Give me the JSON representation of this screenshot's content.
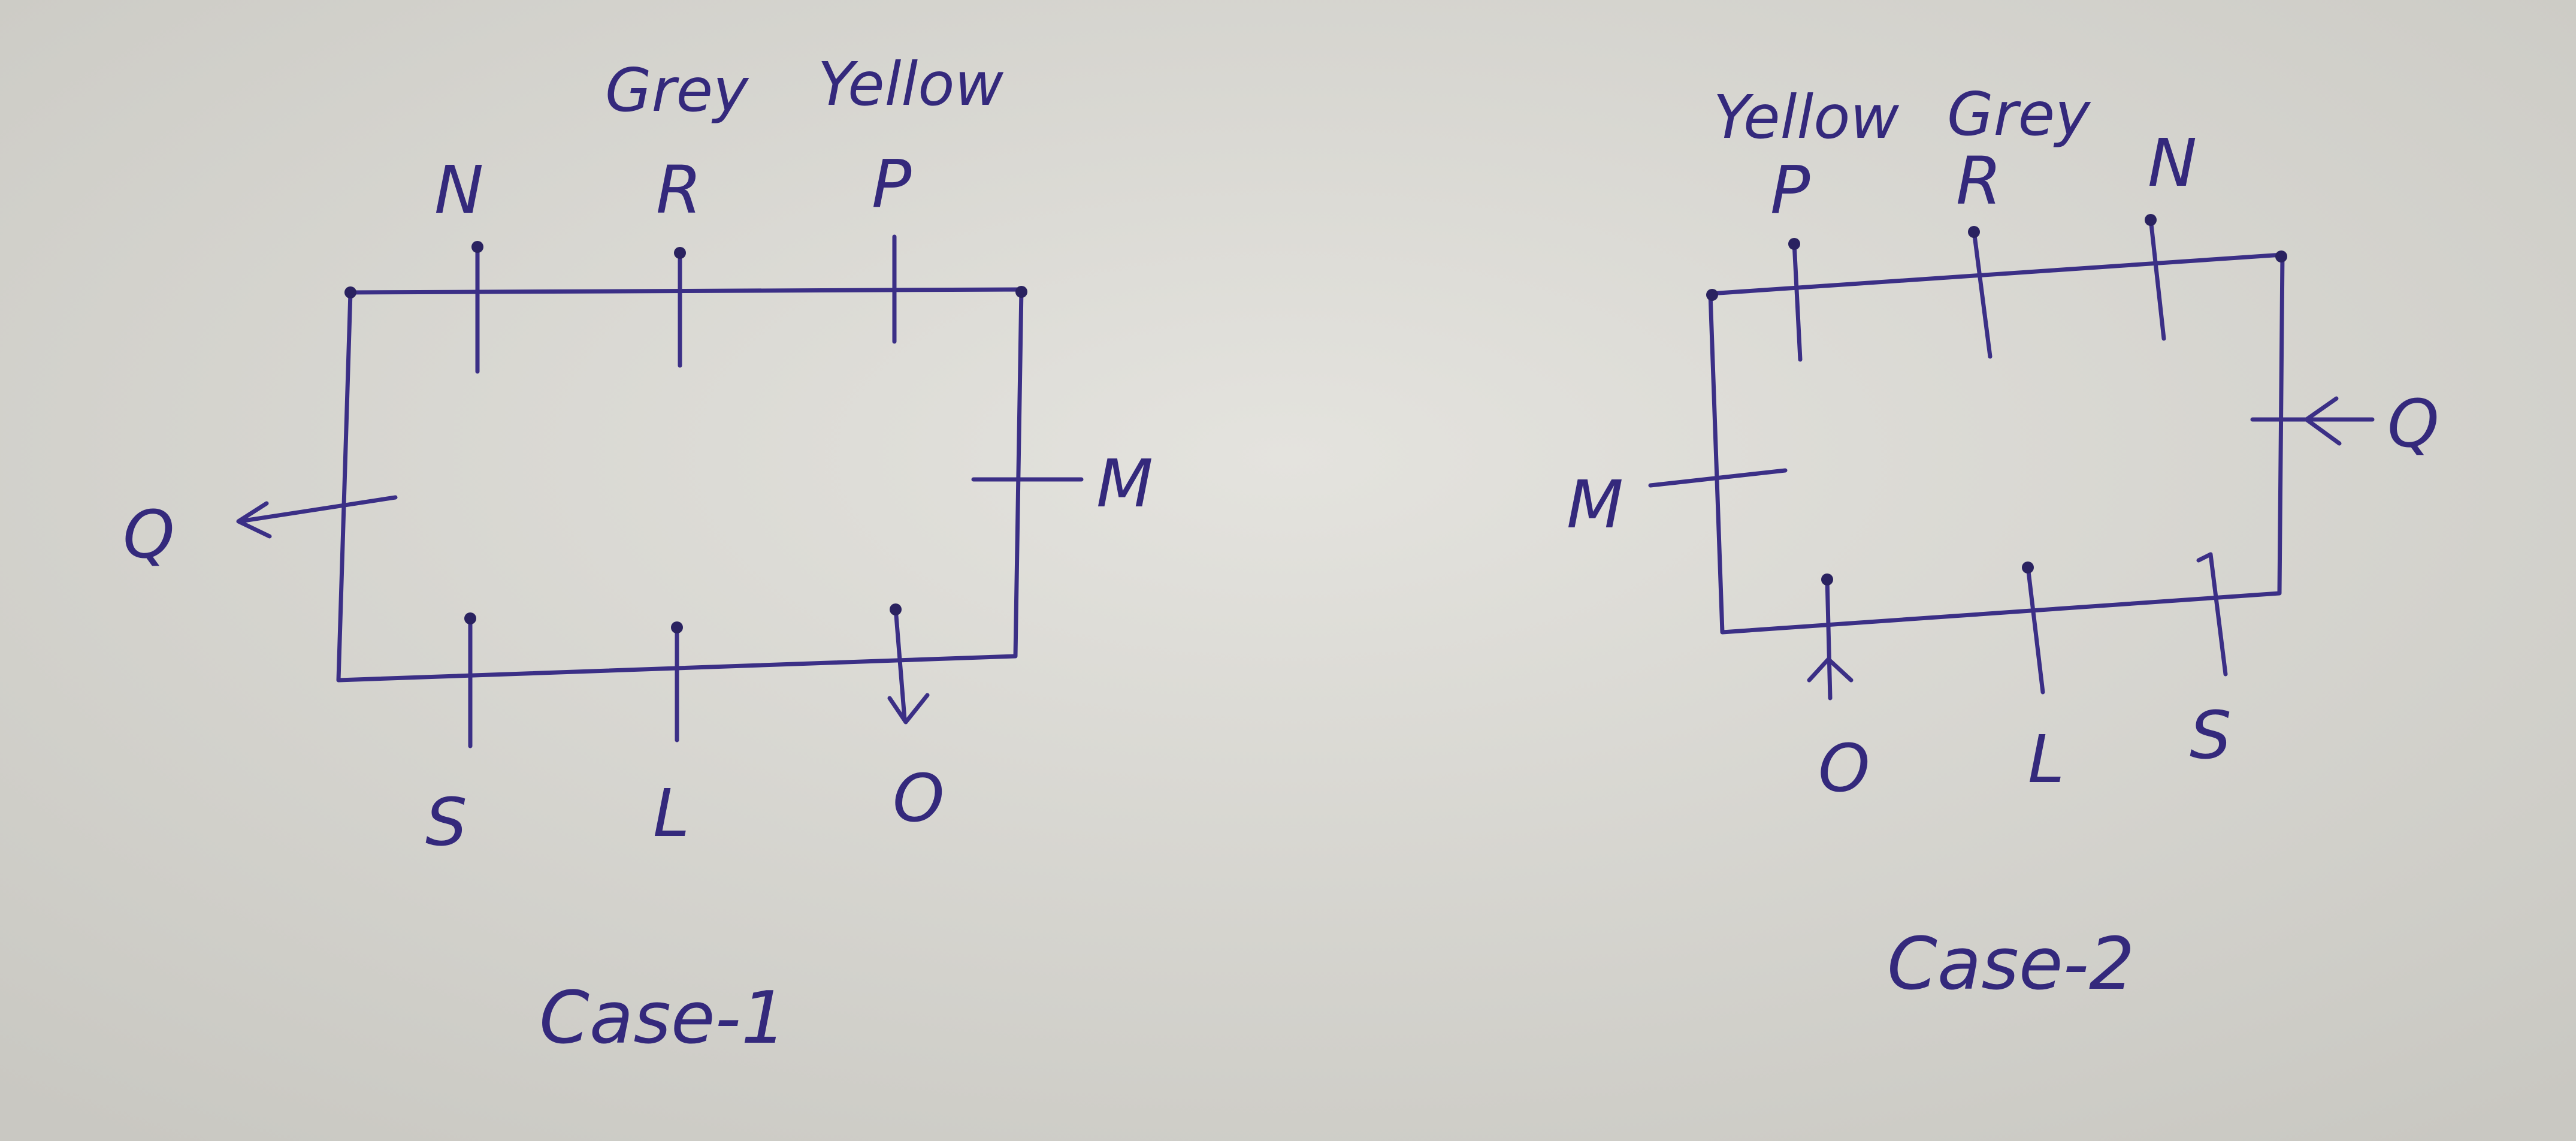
{
  "ink_color": "#34297c",
  "paper_color": "#dcdbd6",
  "case1": {
    "top_colors": {
      "grey": "Grey",
      "yellow": "Yellow"
    },
    "labels": {
      "n": "N",
      "r": "R",
      "p": "P",
      "m": "M",
      "q": "Q",
      "s": "S",
      "l": "L",
      "o": "O"
    },
    "caption": "Case-1"
  },
  "case2": {
    "top_colors": {
      "yellow": "Yellow",
      "grey": "Grey"
    },
    "labels": {
      "p": "P",
      "r": "R",
      "n": "N",
      "q": "Q",
      "m": "M",
      "o": "O",
      "l": "L",
      "s": "S"
    },
    "caption": "Case-2"
  }
}
